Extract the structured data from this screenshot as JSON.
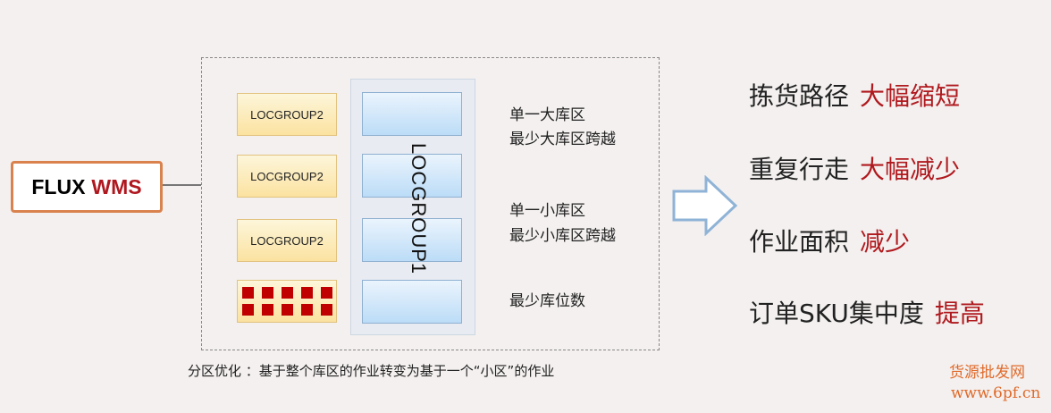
{
  "flux": {
    "part1": "FLUX",
    "part2": "WMS"
  },
  "locgroup2": [
    "LOCGROUP2",
    "LOCGROUP2",
    "LOCGROUP2"
  ],
  "locgroup1": "LOCGROUP1",
  "notes": {
    "n1a": "单一大库区",
    "n1b": "最少大库区跨越",
    "n2a": "单一小库区",
    "n2b": "最少小库区跨越",
    "n3": "最少库位数"
  },
  "caption": "分区优化 ：基于整个库区的作业转变为基于一个“小区”的作业",
  "benefits": [
    {
      "label": "拣货路径",
      "highlight": "大幅缩短"
    },
    {
      "label": "重复行走",
      "highlight": "大幅减少"
    },
    {
      "label": "作业面积",
      "highlight": "减少"
    },
    {
      "label": "订单SKU集中度",
      "highlight": "提高"
    }
  ],
  "watermark": {
    "line1": "货源批发网",
    "line2": "www.6pf.cn"
  },
  "colors": {
    "accent": "#b0191e",
    "border": "#d9824d"
  }
}
